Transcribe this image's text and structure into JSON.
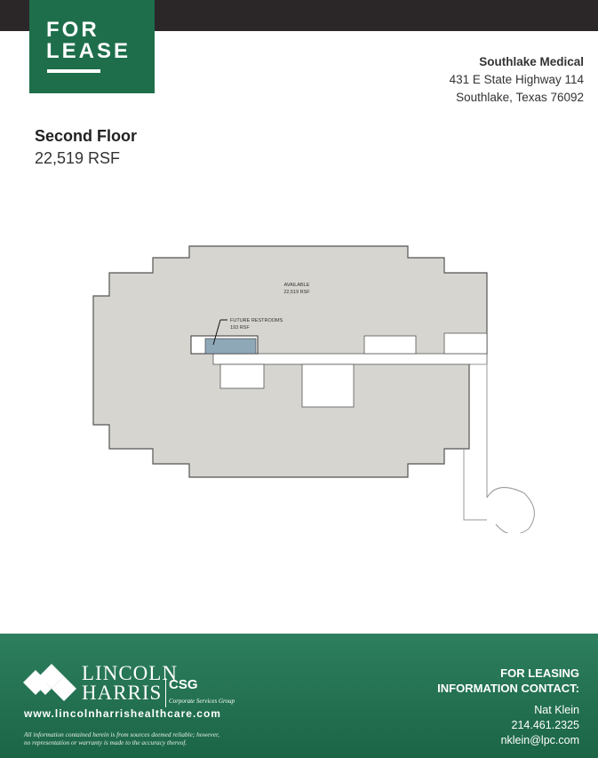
{
  "badge": {
    "line1": "FOR",
    "line2": "LEASE"
  },
  "property": {
    "name": "Southlake Medical",
    "address1": "431 E State Highway 114",
    "address2": "Southlake, Texas 76092"
  },
  "floor": {
    "name": "Second Floor",
    "size": "22,519 RSF"
  },
  "plan": {
    "available_label": "AVAILABLE",
    "available_size": "22,519 RSF",
    "restroom_label": "FUTURE RESTROOMS",
    "restroom_size": "193 RSF",
    "colors": {
      "available": "#d6d5d0",
      "restroom": "#8fa8b8"
    }
  },
  "footer": {
    "brand_line1": "LINCOLN",
    "brand_line2": "HARRIS",
    "csg": "CSG",
    "csg_sub": "Corporate Services Group",
    "url": "www.lincolnharrishealthcare.com",
    "disclaimer1": "All information contained herein is from sources deemed reliable; however,",
    "disclaimer2": "no representation or warranty is made to the accuracy thereof.",
    "contact1": "FOR LEASING",
    "contact2": "INFORMATION CONTACT:",
    "contact_name": "Nat Klein",
    "contact_phone": "214.461.2325",
    "contact_email": "nklein@lpc.com",
    "color": "#1e6e4b"
  }
}
